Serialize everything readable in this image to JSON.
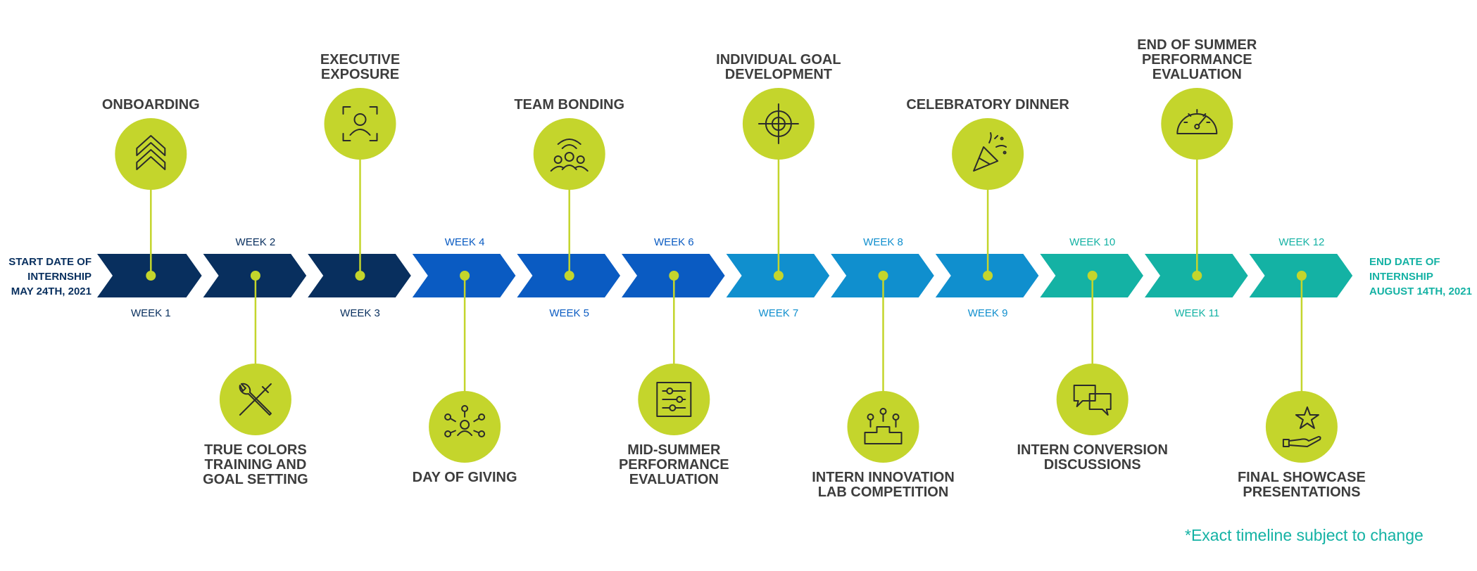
{
  "colors": {
    "accent": "#c4d52c",
    "navy": "#082f5e",
    "blue": "#0a5bc2",
    "sky": "#108fce",
    "teal": "#14b2a4",
    "text": "#3d3d3d"
  },
  "start_label": "START DATE OF\nINTERNSHIP\nMAY 24TH, 2021",
  "end_label": "END DATE OF\nINTERNSHIP\nAUGUST 14TH, 2021",
  "note": "*Exact timeline subject to change",
  "weeks": [
    {
      "label": "WEEK 1",
      "color": "navy",
      "event": {
        "title": "ONBOARDING",
        "icon": "chevrons-up-icon",
        "side": "top",
        "circle_level": 1
      }
    },
    {
      "label": "WEEK 2",
      "color": "navy",
      "event": {
        "title": "TRUE COLORS\nTRAINING AND\nGOAL SETTING",
        "icon": "wrench-screwdriver-icon",
        "side": "bottom",
        "circle_level": 1
      }
    },
    {
      "label": "WEEK 3",
      "color": "navy",
      "event": {
        "title": "EXECUTIVE\nEXPOSURE",
        "icon": "profile-frame-icon",
        "side": "top",
        "circle_level": 2
      }
    },
    {
      "label": "WEEK 4",
      "color": "blue",
      "event": {
        "title": "DAY OF GIVING",
        "icon": "network-people-icon",
        "side": "bottom",
        "circle_level": 2
      }
    },
    {
      "label": "WEEK 5",
      "color": "blue",
      "event": {
        "title": "TEAM BONDING",
        "icon": "group-wifi-icon",
        "side": "top",
        "circle_level": 1
      }
    },
    {
      "label": "WEEK 6",
      "color": "blue",
      "event": {
        "title": "MID-SUMMER\nPERFORMANCE\nEVALUATION",
        "icon": "sliders-icon",
        "side": "bottom",
        "circle_level": 1
      }
    },
    {
      "label": "WEEK 7",
      "color": "sky",
      "event": {
        "title": "INDIVIDUAL GOAL\nDEVELOPMENT",
        "icon": "target-icon",
        "side": "top",
        "circle_level": 2
      }
    },
    {
      "label": "WEEK 8",
      "color": "sky",
      "event": {
        "title": "INTERN INNOVATION\nLAB COMPETITION",
        "icon": "podium-icon",
        "side": "bottom",
        "circle_level": 2
      }
    },
    {
      "label": "WEEK 9",
      "color": "sky",
      "event": {
        "title": "CELEBRATORY DINNER",
        "icon": "party-popper-icon",
        "side": "top",
        "circle_level": 1
      }
    },
    {
      "label": "WEEK 10",
      "color": "teal",
      "event": {
        "title": "INTERN CONVERSION\nDISCUSSIONS",
        "icon": "chat-bubbles-icon",
        "side": "bottom",
        "circle_level": 1
      }
    },
    {
      "label": "WEEK 11",
      "color": "teal",
      "event": {
        "title": "END OF SUMMER\nPERFORMANCE\nEVALUATION",
        "icon": "gauge-icon",
        "side": "top",
        "circle_level": 2
      }
    },
    {
      "label": "WEEK 12",
      "color": "teal",
      "event": {
        "title": "FINAL SHOWCASE\nPRESENTATIONS",
        "icon": "hand-star-icon",
        "side": "bottom",
        "circle_level": 2
      }
    }
  ]
}
